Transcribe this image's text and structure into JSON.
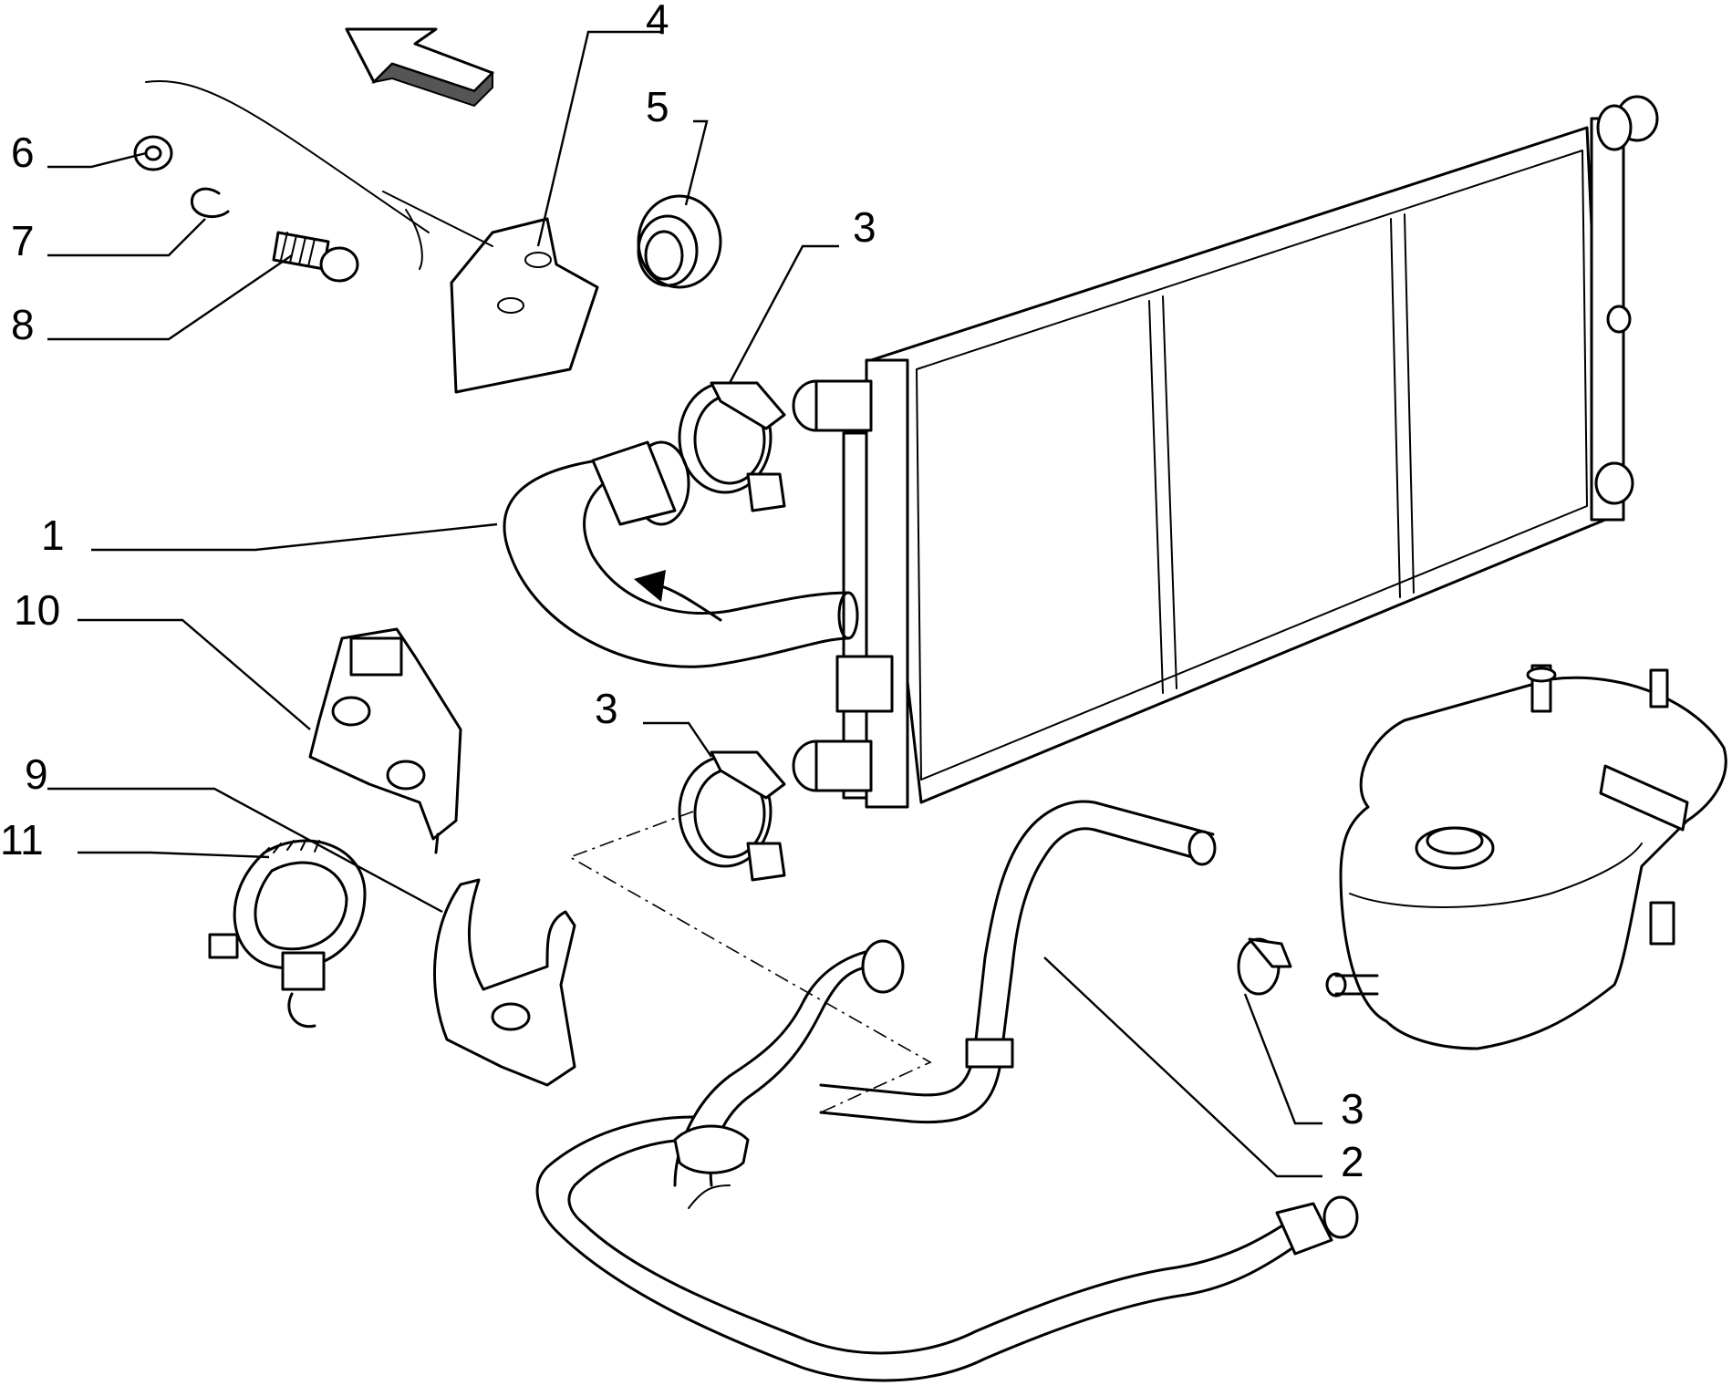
{
  "callouts": {
    "c1": "1",
    "c2": "2",
    "c3a": "3",
    "c3b": "3",
    "c3c": "3",
    "c4": "4",
    "c5": "5",
    "c6": "6",
    "c7": "7",
    "c8": "8",
    "c9": "9",
    "c10": "10",
    "c11": "11"
  },
  "icons": {
    "direction_arrow": "front-direction-arrow-icon",
    "flow_arrow": "coolant-flow-arrow-icon"
  }
}
